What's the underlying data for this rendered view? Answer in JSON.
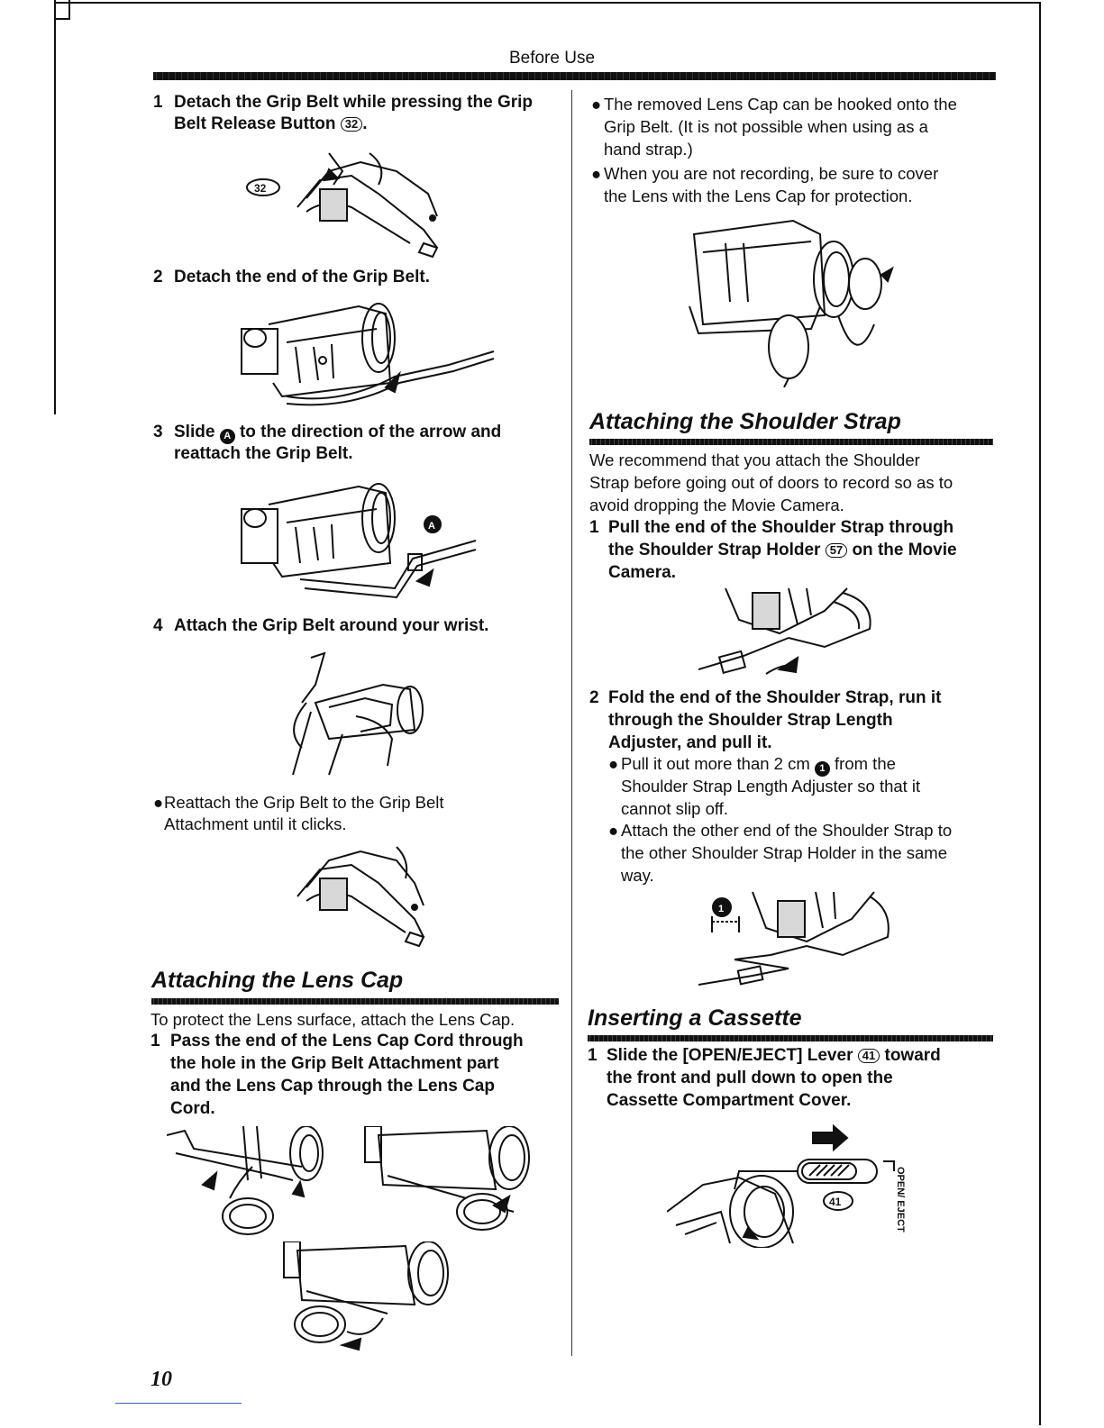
{
  "header": {
    "title": "Before Use"
  },
  "page_number": "10",
  "left": {
    "steps": [
      {
        "num": "1",
        "text_a": "Detach the Grip Belt while pressing the Grip",
        "text_b": "Belt Release Button",
        "ref": "32",
        "text_c": "."
      },
      {
        "num": "2",
        "text": "Detach the end of the Grip Belt."
      },
      {
        "num": "3",
        "text_a": "Slide",
        "marker": "A",
        "text_b": "to the direction of the arrow and",
        "text_c": "reattach the Grip Belt."
      },
      {
        "num": "4",
        "text": "Attach the Grip Belt around your wrist."
      }
    ],
    "fig1_ref": "32",
    "fig3_marker": "A",
    "reattach_note": {
      "bullet": "●",
      "line1": "Reattach the Grip Belt to the Grip Belt",
      "line2": "Attachment until it clicks."
    },
    "lens_cap": {
      "title": "Attaching the Lens Cap",
      "intro": "To protect the Lens surface, attach the Lens Cap.",
      "step_num": "1",
      "step_lines": [
        "Pass the end of the Lens Cap Cord through",
        "the hole in the Grip Belt Attachment part",
        "and the Lens Cap through the Lens Cap",
        "Cord."
      ]
    }
  },
  "right": {
    "notes": [
      {
        "bullet": "●",
        "lines": [
          "The removed Lens Cap can be hooked onto the",
          "Grip Belt. (It is not possible when using as a",
          "hand strap.)"
        ]
      },
      {
        "bullet": "●",
        "lines": [
          "When you are not recording, be sure to cover",
          "the Lens with the Lens Cap for protection."
        ]
      }
    ],
    "shoulder": {
      "title": "Attaching the Shoulder Strap",
      "intro": [
        "We recommend that you attach the Shoulder",
        "Strap before going out of doors to record so as to",
        "avoid dropping the Movie Camera."
      ],
      "step1": {
        "num": "1",
        "line1": "Pull the end of the Shoulder Strap through",
        "line2_a": "the Shoulder Strap Holder",
        "ref": "57",
        "line2_b": "on the Movie",
        "line3": "Camera."
      },
      "step2": {
        "num": "2",
        "lines": [
          "Fold the end of the Shoulder Strap, run it",
          "through the Shoulder Strap Length",
          "Adjuster, and pull it."
        ]
      },
      "bullet1": {
        "bullet": "●",
        "line1_a": "Pull it out more than 2 cm",
        "marker": "1",
        "line1_b": "from the",
        "line2": "Shoulder Strap Length Adjuster so that it",
        "line3": "cannot slip off."
      },
      "bullet2": {
        "bullet": "●",
        "lines": [
          "Attach the other end of the Shoulder Strap to",
          "the other Shoulder Strap Holder in the same",
          "way."
        ]
      },
      "fig_marker": "1"
    },
    "cassette": {
      "title": "Inserting a Cassette",
      "step_num": "1",
      "line1_a": "Slide the [OPEN/EJECT] Lever",
      "ref": "41",
      "line1_b": "toward",
      "line2": "the front and pull down to open the",
      "line3": "Cassette Compartment Cover.",
      "fig_ref": "41",
      "fig_label": "OPEN/ EJECT"
    }
  }
}
